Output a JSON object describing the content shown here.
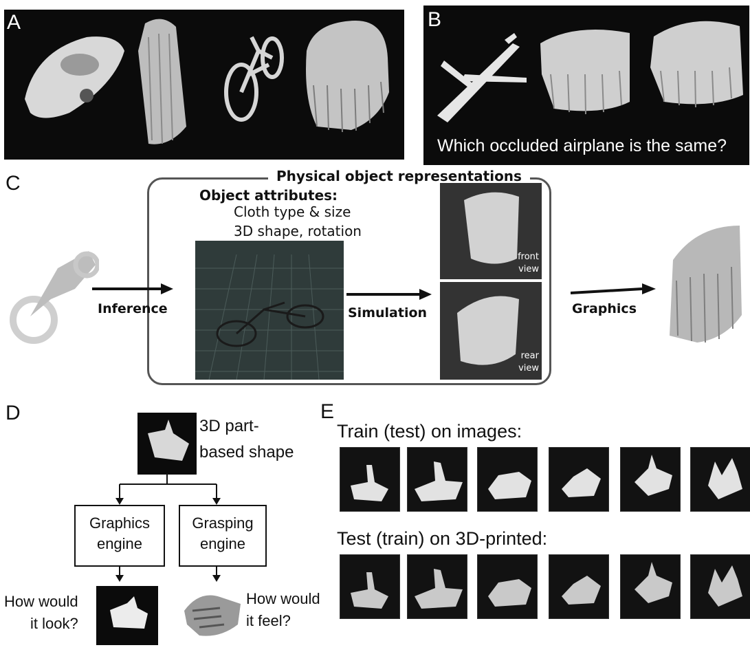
{
  "panels": {
    "a": {
      "letter": "A"
    },
    "b": {
      "letter": "B",
      "question": "Which occluded airplane is the same?"
    },
    "c": {
      "letter": "C",
      "frame_title": "Physical object representations",
      "attributes_title": "Object attributes:",
      "attributes": [
        "Cloth type & size",
        "3D shape, rotation"
      ],
      "arrows": {
        "inference": "Inference",
        "simulation": "Simulation",
        "graphics": "Graphics"
      },
      "views": {
        "front": [
          "front",
          "view"
        ],
        "rear": [
          "rear",
          "view"
        ]
      }
    },
    "d": {
      "letter": "D",
      "shape_label": [
        "3D part-",
        "based shape"
      ],
      "graphics_engine": [
        "Graphics",
        "engine"
      ],
      "grasping_engine": [
        "Grasping",
        "engine"
      ],
      "look_question": [
        "How would",
        "it look?"
      ],
      "feel_question": [
        "How would",
        "it feel?"
      ]
    },
    "e": {
      "letter": "E",
      "row1_title": "Train (test) on images:",
      "row2_title": "Test (train) on 3D-printed:"
    }
  },
  "colors": {
    "background": "#ffffff",
    "image_bg": "#0b0b0b",
    "object": "#dcdcdc",
    "frame": "#555555"
  }
}
